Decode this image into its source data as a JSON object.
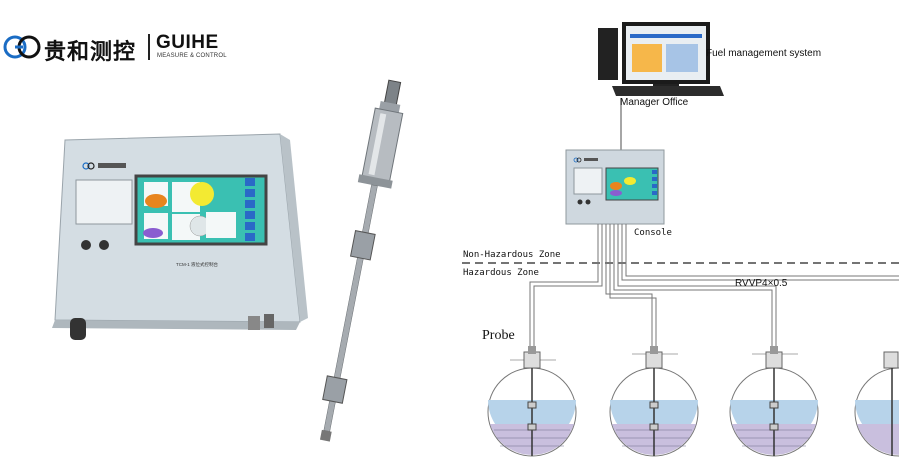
{
  "brand": {
    "name_zh": "贵和测控",
    "name_en": "GUIHE",
    "tagline": "MEASURE & CONTROL"
  },
  "product": {
    "console_model": "TCM-1 液位式控制台"
  },
  "system_diagram": {
    "fuel_system_label": "Fuel  management system",
    "office_label": "Manager Office",
    "console_label": "Console",
    "non_hazardous_zone": "Non-Hazardous Zone",
    "hazardous_zone": "Hazardous Zone",
    "cable_label": "RVVP4×0.5",
    "probe_label": "Probe"
  },
  "colors": {
    "console_body": "#cfd8df",
    "screen_bg": "#3ac0b2",
    "tank_water": "#b7d3ea",
    "tank_fuel": "#c9bfde",
    "accent_blue": "#1a6cc4"
  }
}
